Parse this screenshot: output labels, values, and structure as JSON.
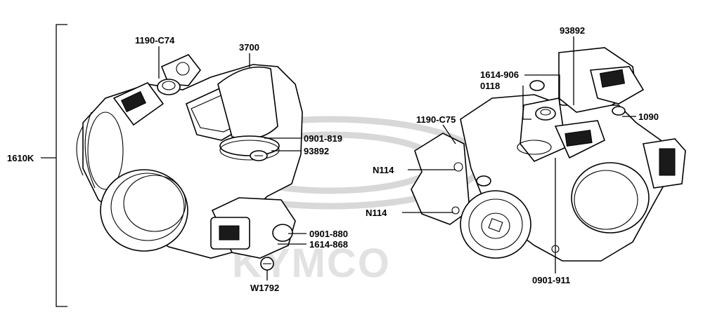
{
  "watermark": {
    "brand": "KYMCO"
  },
  "assembly_label": "1610K",
  "left_assembly": {
    "labels": {
      "sensor_connector": "1190-C74",
      "throttle_body": "3700",
      "screw": "0901-819",
      "bolt": "93892",
      "tps_screw": "0901-880",
      "tps": "1614-868",
      "bottom_screw": "W1792"
    }
  },
  "right_assembly": {
    "labels": {
      "bolt_top": "93892",
      "sensor": "1614-906",
      "oring": "0118",
      "bracket_connector": "1190-C75",
      "idle_unit": "1090",
      "nut_upper": "N114",
      "nut_lower": "N114",
      "bottom_screw": "0901-911"
    }
  }
}
